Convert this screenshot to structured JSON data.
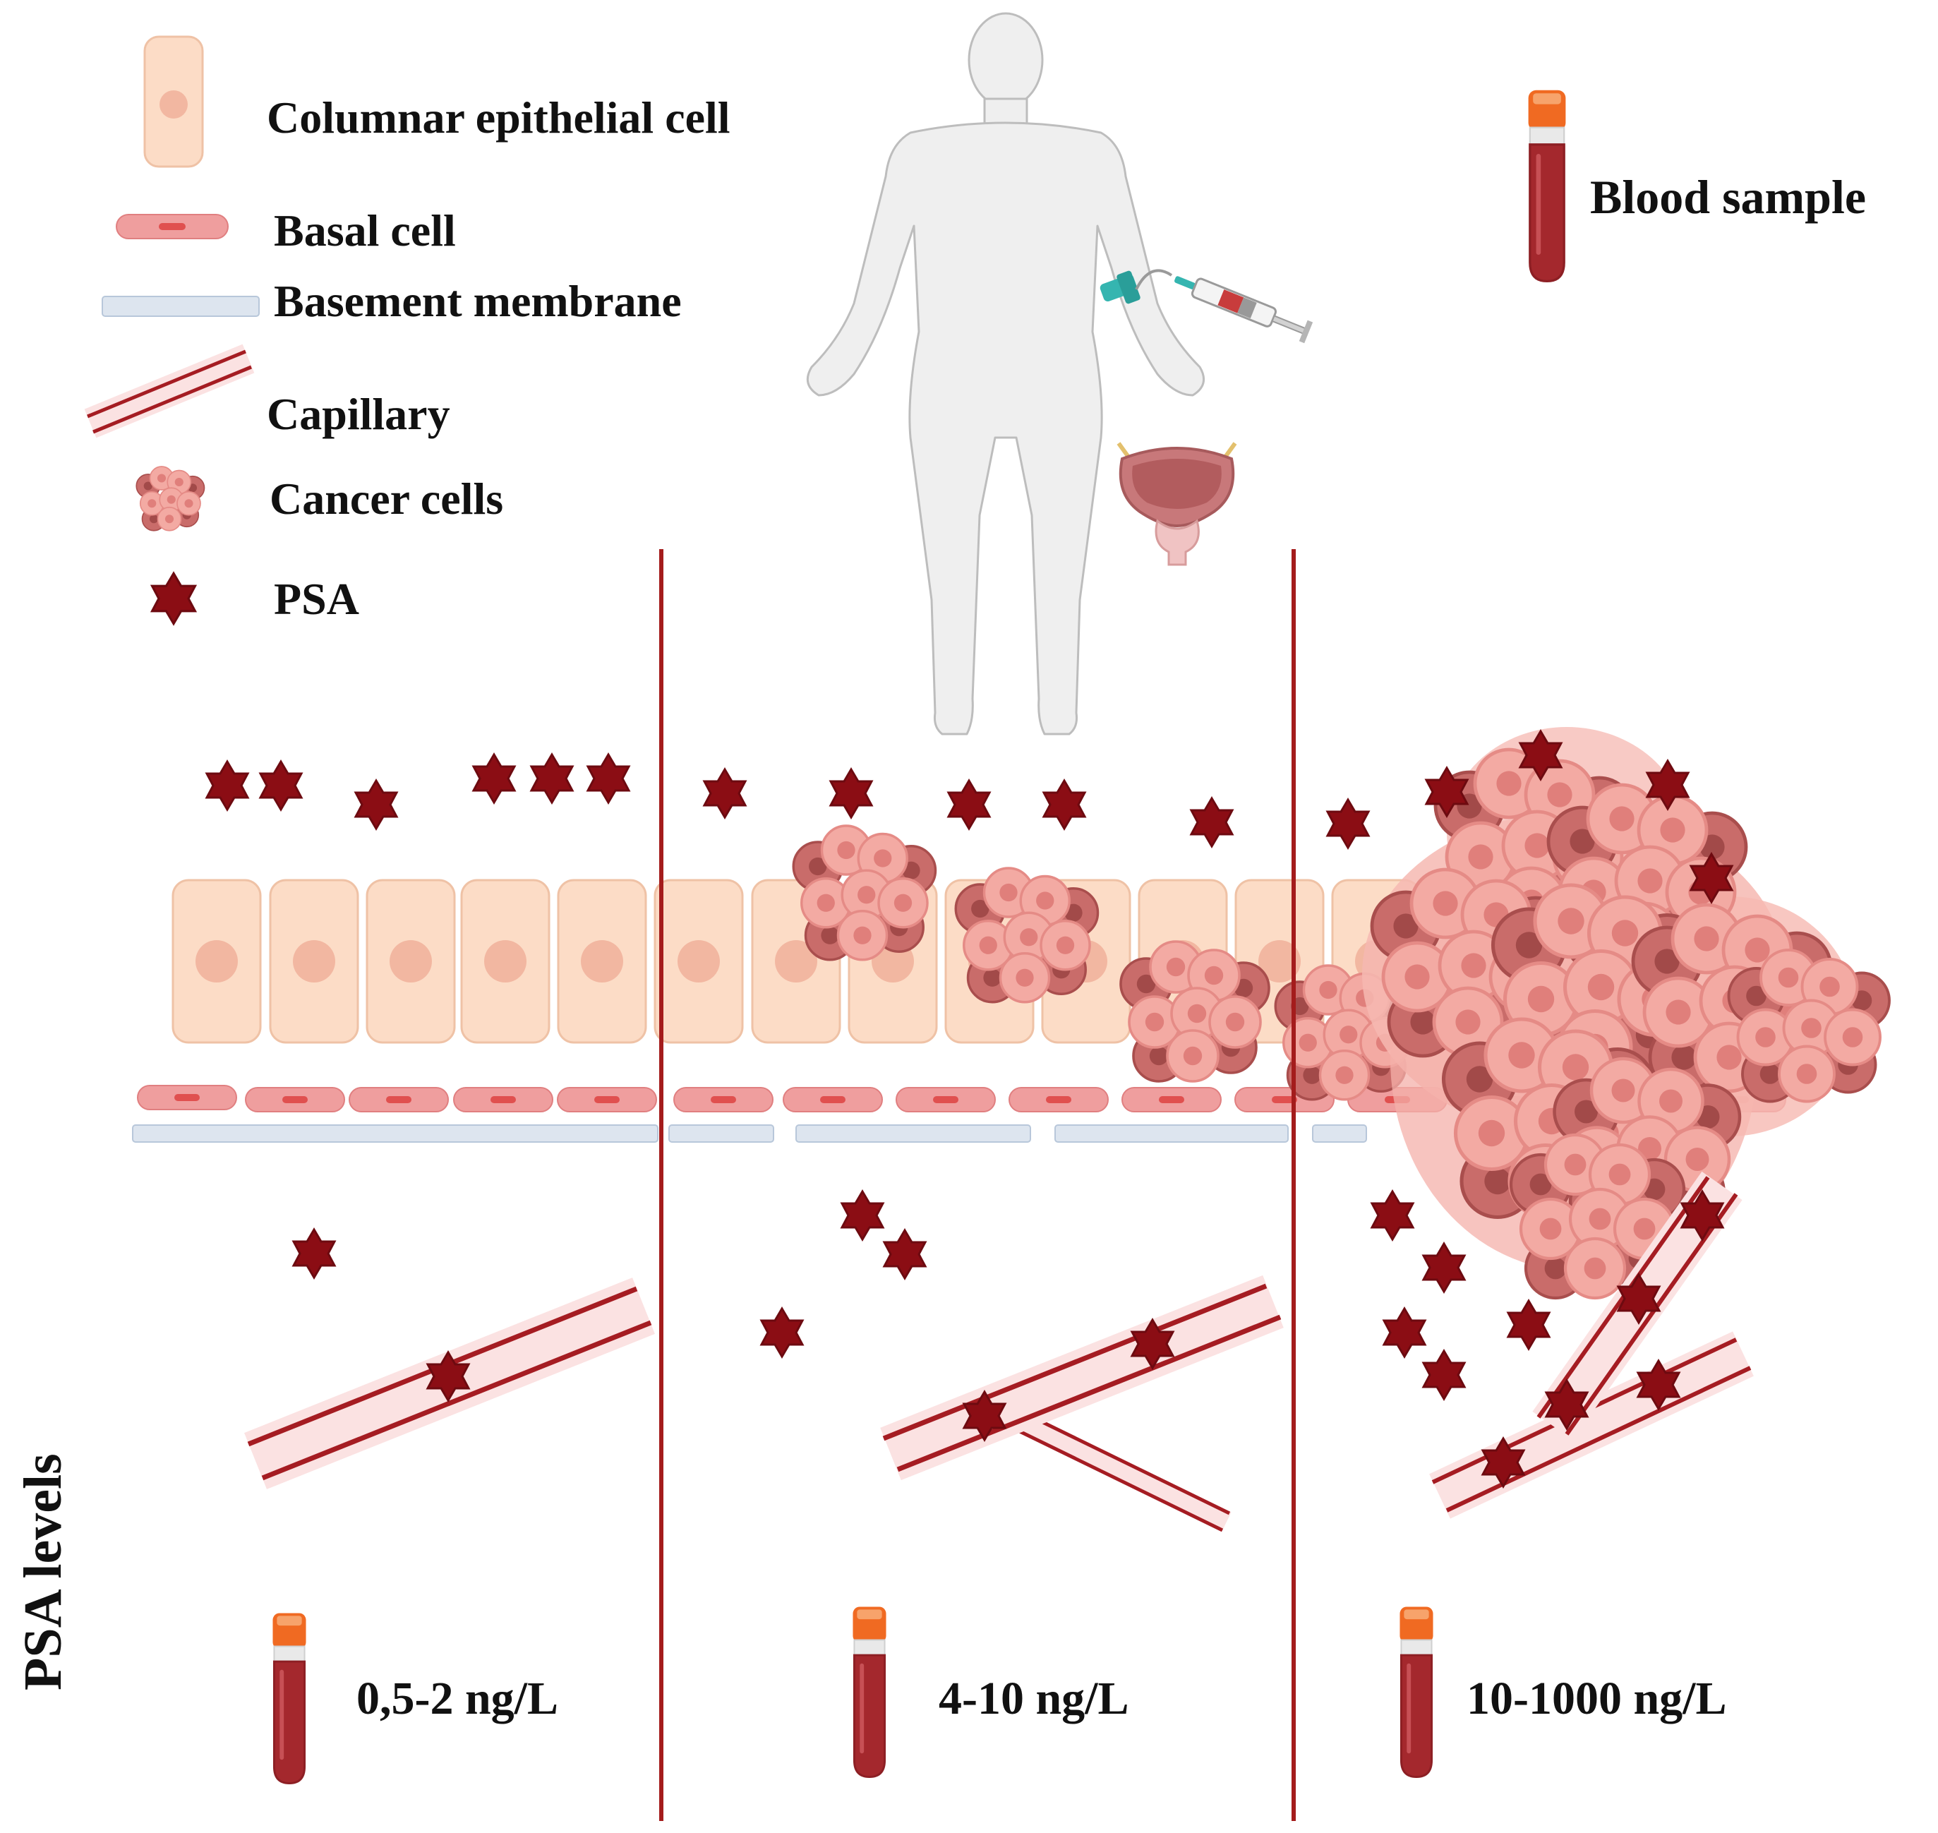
{
  "legend": {
    "columnar": "Columnar epithelial cell",
    "basal": "Basal cell",
    "basement": "Basement membrane",
    "capillary": "Capillary",
    "cancer": "Cancer cells",
    "psa": "PSA"
  },
  "blood_sample_label": "Blood sample",
  "y_axis_label": "PSA levels",
  "levels": [
    {
      "label": "0,5-2 ng/L"
    },
    {
      "label": "4-10 ng/L"
    },
    {
      "label": "10-1000 ng/L"
    }
  ],
  "colors": {
    "epithelial": "#fcdcc6",
    "epithelial_stroke": "#efc2a6",
    "basal": "#ef9e9e",
    "basement": "#dde5ef",
    "capillary": "#a51c22",
    "psa": "#8b0d14",
    "cancer": "#f3a7a0",
    "cancer_dark": "#b85a58",
    "divider": "#a41c1c",
    "tube_blood": "#a4282d",
    "tube_cap": "#f06a22"
  },
  "icons": {
    "figure": "human-body-icon",
    "prostate": "prostate-icon",
    "syringe": "syringe-icon",
    "tube": "blood-tube-icon",
    "psa": "psa-star-icon"
  }
}
